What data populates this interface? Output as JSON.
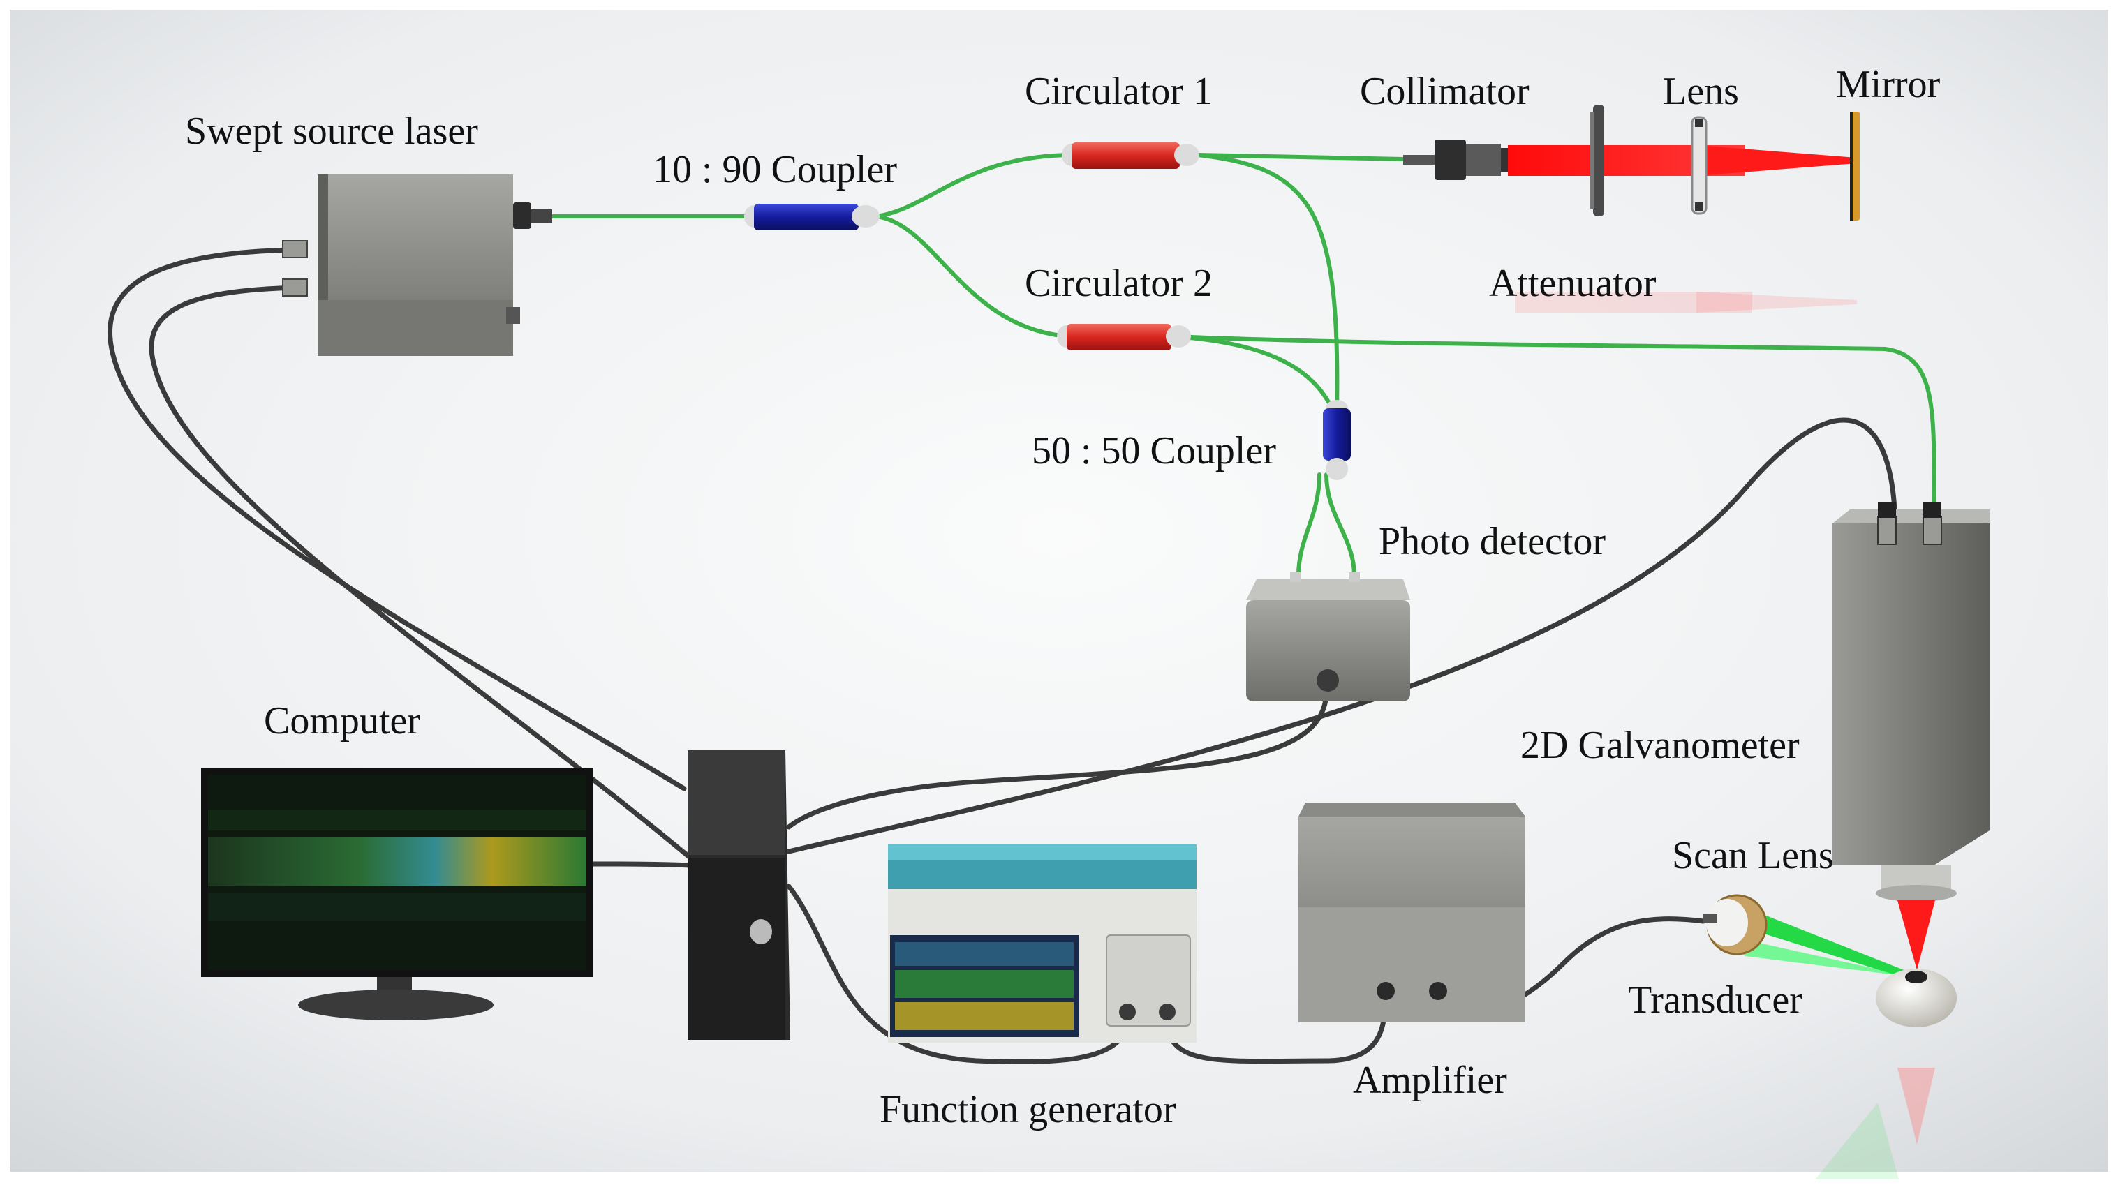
{
  "colors": {
    "background_light": "#f4f5f6",
    "background_dark": "#d6d9dc",
    "fiber_green": "#3db24a",
    "cable_dark": "#3a3a3a",
    "circulator_red": "#e03530",
    "coupler_blue": "#1a23a8",
    "laser_beam_red": "#ff1a1a",
    "scan_beam_green": "#00e02a",
    "device_gray": "#8a8a88",
    "fg_teal": "#47b6c4"
  },
  "labels": {
    "swept_source_laser": "Swept source laser",
    "coupler_10_90": "10 : 90 Coupler",
    "circulator_1": "Circulator  1",
    "circulator_2": "Circulator  2",
    "collimator": "Collimator",
    "lens": "Lens",
    "mirror": "Mirror",
    "attenuator": "Attenuator",
    "coupler_50_50": "50 : 50 Coupler",
    "photo_detector": "Photo detector",
    "galvanometer": "2D Galvanometer",
    "computer": "Computer",
    "scan_lens": "Scan Lens",
    "transducer": "Transducer",
    "function_generator": "Function  generator",
    "amplifier": "Amplifier"
  }
}
